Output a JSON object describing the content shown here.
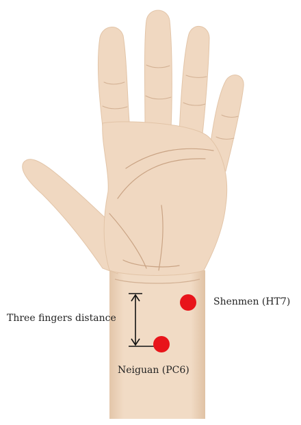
{
  "labels": {
    "distance": "Three fingers distance",
    "shenmen": "Shenmen (HT7)",
    "neiguan": "Neiguan (PC6)"
  },
  "colors": {
    "skin": "#f0d8c1",
    "skin_shadow": "#dcbb9d",
    "skin_line": "#c59e80",
    "acupoint": "#e8141a",
    "arrow": "#111111"
  },
  "icons": [
    "hand-illustration",
    "acupoint-dot",
    "double-arrow"
  ]
}
